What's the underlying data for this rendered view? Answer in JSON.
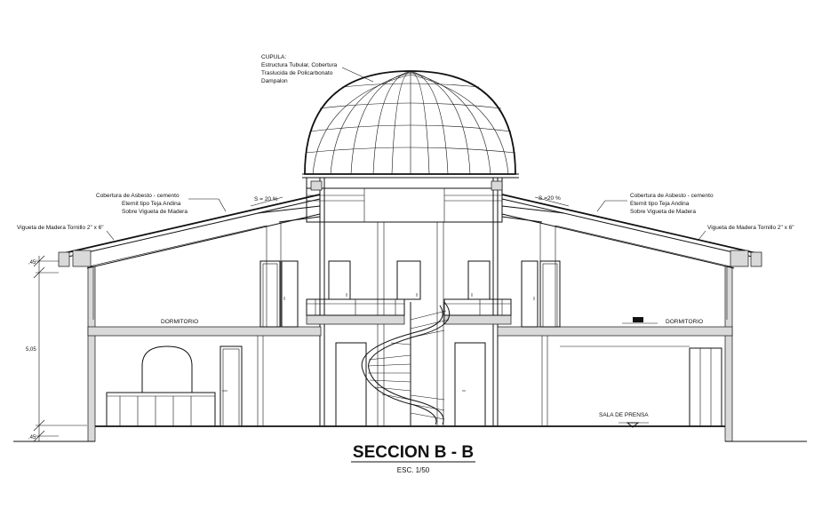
{
  "drawing": {
    "title": "SECCION B - B",
    "scale": "ESC. 1/50",
    "dome_note": [
      "CUPULA:",
      "Estructura Tubular, Cobertura",
      "Traslucida de Policarbonato",
      "Dampalon"
    ],
    "roof_note_left": [
      "Cobertura de Asbesto - cemento",
      "Eternit tipo Teja Andina",
      "Sobre Vigueta de Madera"
    ],
    "roof_note_right": [
      "Cobertura de Asbesto - cemento",
      "Eternit tipo Teja Andina",
      "Sobre Vigueta de Madera"
    ],
    "joist_note_left": "Vigueta de Madera Tornillo 2\" x 6\"",
    "joist_note_right": "Vigueta de Madera Tornillo 2\" x 6\"",
    "slope_left": "S = 20 %",
    "slope_right": "S =20 %",
    "room_left": "DORMITORIO",
    "room_right": "DORMITORIO",
    "room_bottom_right": "SALA DE PRENSA",
    "dim_top": ",45",
    "dim_middle": "5,05",
    "dim_bottom": ",45"
  }
}
